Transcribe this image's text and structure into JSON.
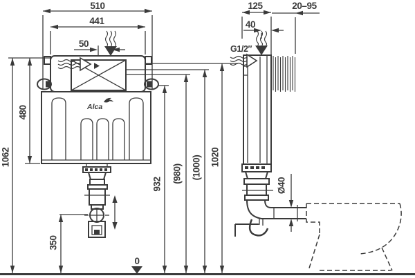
{
  "colors": {
    "ink": "#3a3a3a",
    "background": "#ffffff"
  },
  "front_view": {
    "logo": "Alca",
    "dimensions": {
      "overall_width": "510",
      "frame_width": "441",
      "inlet_offset": "50",
      "overall_height": "1062",
      "body_height": "480",
      "outlet_center_height": "350",
      "floor_level": "0",
      "bracket_height": "932",
      "height_980": "(980)",
      "height_1000": "(1000)",
      "height_1020": "1020"
    }
  },
  "side_view": {
    "dimensions": {
      "depth": "125",
      "inlet_setback": "40",
      "wall_range": "20–95",
      "inlet_thread": "G1/2″",
      "outlet_diameter": "Ø40"
    }
  }
}
